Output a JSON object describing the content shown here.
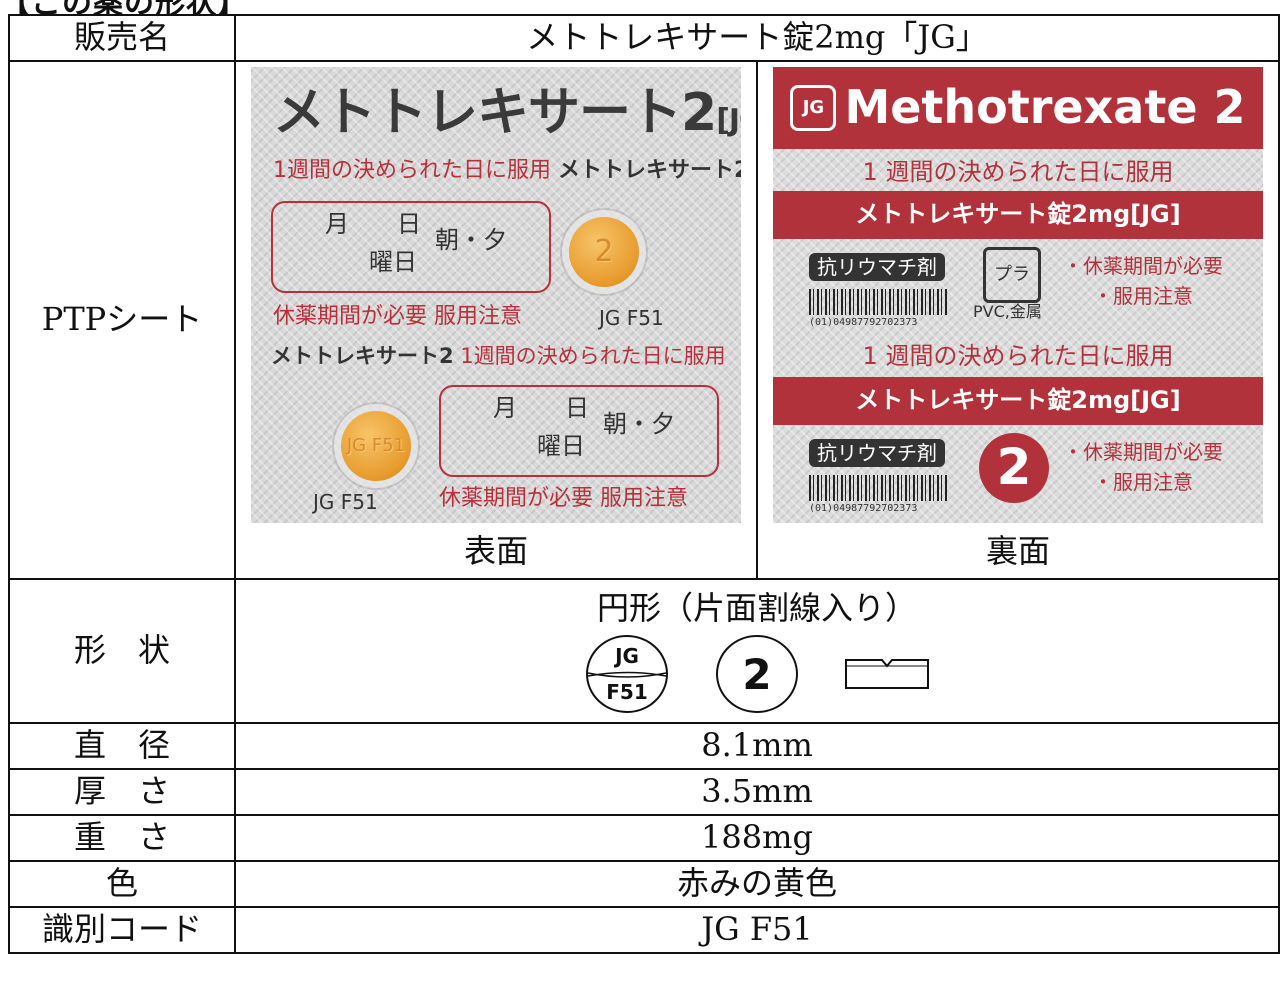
{
  "heading": "【この薬の形状】",
  "rows": {
    "name": {
      "label": "販売名",
      "value": "メトトレキサート錠2mg「JG」"
    },
    "ptp": {
      "label": "PTPシート",
      "front_caption": "表面",
      "back_caption": "裏面",
      "front": {
        "title": "メトトレキサート2",
        "title_suffix": "[JG]",
        "line1": "1週間の決められた日に服用",
        "line1_dark": "メトトレキサート2",
        "box_month": "月",
        "box_day": "日",
        "box_weekday": "曜日",
        "box_ampm": "朝・夕",
        "tablet_mark": "2",
        "warning": "休薬期間が必要 服用注意",
        "code": "JG F51",
        "line2_dark": "メトトレキサート2",
        "line2": "1週間の決められた日に服用",
        "box2_month": "月",
        "box2_day": "日",
        "box2_weekday": "曜日",
        "box2_ampm": "朝・夕",
        "code2": "JG F51",
        "warning2": "休薬期間が必要 服用注意"
      },
      "back": {
        "logo": "JG",
        "title": "Methotrexate 2",
        "line1": "1 週間の決められた日に服用",
        "band1": "メトトレキサート錠2mg[JG]",
        "badge1": "抗リウマチ剤",
        "recycle": "プラ",
        "material": "PVC,金属",
        "barcode1": "(01)04987792702373",
        "note1a": "・休薬期間が必要",
        "note1b": "・服用注意",
        "line2": "1 週間の決められた日に服用",
        "band2": "メトトレキサート錠2mg[JG]",
        "badge2": "抗リウマチ剤",
        "barcode2": "(01)04987792702373",
        "big_mark": "2",
        "note2a": "・休薬期間が必要",
        "note2b": "・服用注意"
      }
    },
    "shape": {
      "label": "形　状",
      "value": "円形（片面割線入り）",
      "icon_front_top": "JG",
      "icon_front_bottom": "F51",
      "icon_back": "2"
    },
    "diameter": {
      "label": "直　径",
      "value": "8.1mm"
    },
    "thickness": {
      "label": "厚　さ",
      "value": "3.5mm"
    },
    "weight": {
      "label": "重　さ",
      "value": "188mg"
    },
    "color": {
      "label": "色",
      "value": "赤みの黄色"
    },
    "code": {
      "label": "識別コード",
      "value": "JG F51"
    }
  },
  "colors": {
    "brand_red": "#b2323c",
    "tablet": "#e79a2b"
  }
}
